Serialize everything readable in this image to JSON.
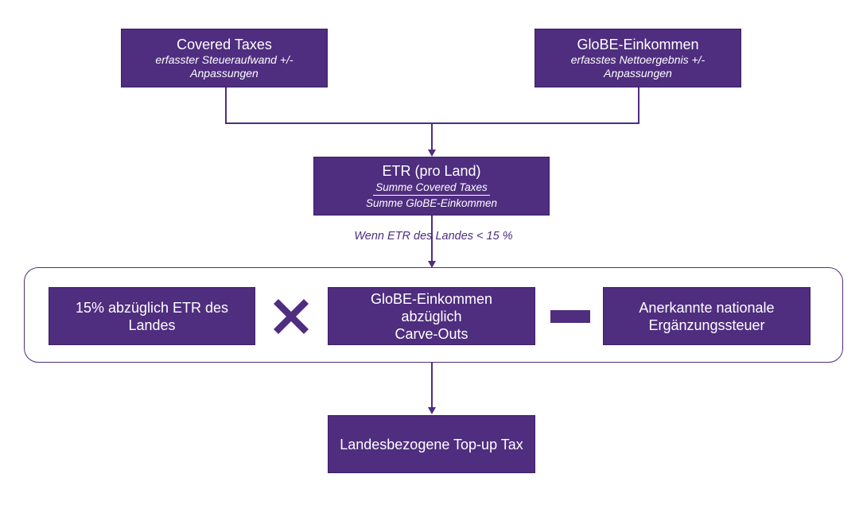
{
  "boxes": {
    "covered_taxes": {
      "title": "Covered Taxes",
      "sub1": "erfasster Steueraufwand +/-",
      "sub2": "Anpassungen"
    },
    "globe_income": {
      "title": "GloBE-Einkommen",
      "sub1": "erfasstes Nettoergebnis +/-",
      "sub2": "Anpassungen"
    },
    "etr": {
      "title": "ETR (pro Land)",
      "numerator": "Summe Covered Taxes",
      "denominator": "Summe GloBE-Einkommen"
    },
    "rate_diff": {
      "line1": "15% abzüglich ETR des",
      "line2": "Landes"
    },
    "income_less_carveouts": {
      "line1": "GloBE-Einkommen",
      "line2": "abzüglich",
      "line3": "Carve-Outs"
    },
    "domestic_tax": {
      "line1": "Anerkannte nationale",
      "line2": "Ergänzungssteuer"
    },
    "result": {
      "title": "Landesbezogene Top-up Tax"
    }
  },
  "condition_label": "Wenn ETR des Landes < 15 %",
  "operators": {
    "multiply": "multiply-icon",
    "subtract": "minus-icon"
  },
  "colors": {
    "primary": "#4f2d7f",
    "text_on_primary": "#ffffff",
    "background": "#ffffff"
  }
}
